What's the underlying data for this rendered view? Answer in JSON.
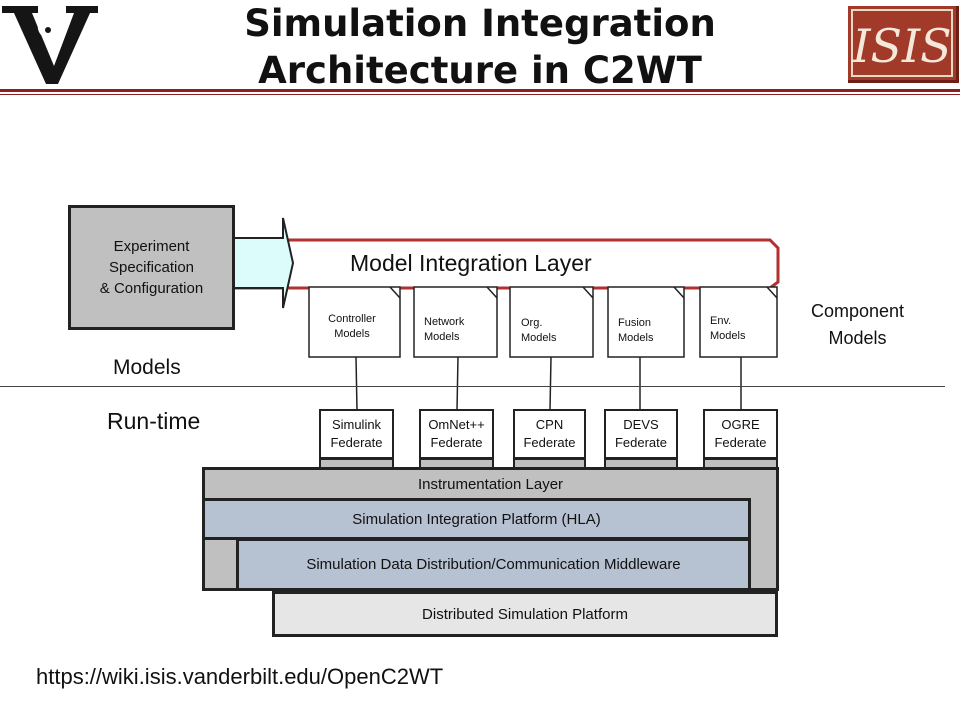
{
  "header": {
    "title_line1": "Simulation Integration",
    "title_line2": "Architecture in C2WT"
  },
  "logos": {
    "left": "vanderbilt-v-logo",
    "right": "isis-logo",
    "right_text": "ISIS",
    "brand_color": "#8e1f1f"
  },
  "experiment": {
    "line1": "Experiment",
    "line2": "Specification",
    "line3": "& Configuration"
  },
  "model_integration_layer": "Model Integration Layer",
  "component_models": {
    "line1": "Component",
    "line2": "Models"
  },
  "models": [
    {
      "line1": "Controller",
      "line2": "Models"
    },
    {
      "line1": "Network",
      "line2": "Models"
    },
    {
      "line1": "Org.",
      "line2": "Models"
    },
    {
      "line1": "Fusion",
      "line2": "Models"
    },
    {
      "line1": "Env.",
      "line2": "Models"
    }
  ],
  "section_labels": {
    "models": "Models",
    "runtime": "Run-time"
  },
  "federates": [
    {
      "line1": "Simulink",
      "line2": "Federate"
    },
    {
      "line1": "OmNet++",
      "line2": "Federate"
    },
    {
      "line1": "CPN",
      "line2": "Federate"
    },
    {
      "line1": "DEVS",
      "line2": "Federate"
    },
    {
      "line1": "OGRE",
      "line2": "Federate"
    }
  ],
  "layers": {
    "instrumentation": "Instrumentation Layer",
    "integration_platform": "Simulation Integration Platform (HLA)",
    "middleware": "Simulation Data Distribution/Communication Middleware",
    "distributed": "Distributed Simulation Platform"
  },
  "colors": {
    "instrumentation": "#c0c0c0",
    "integration_platform": "#b6c1d2",
    "middleware": "#b6c1d2",
    "distributed": "#e6e6e6",
    "arrow_fill": "#dcfcfc",
    "mil_border": "#b23030"
  },
  "footer_url": "https://wiki.isis.vanderbilt.edu/OpenC2WT"
}
